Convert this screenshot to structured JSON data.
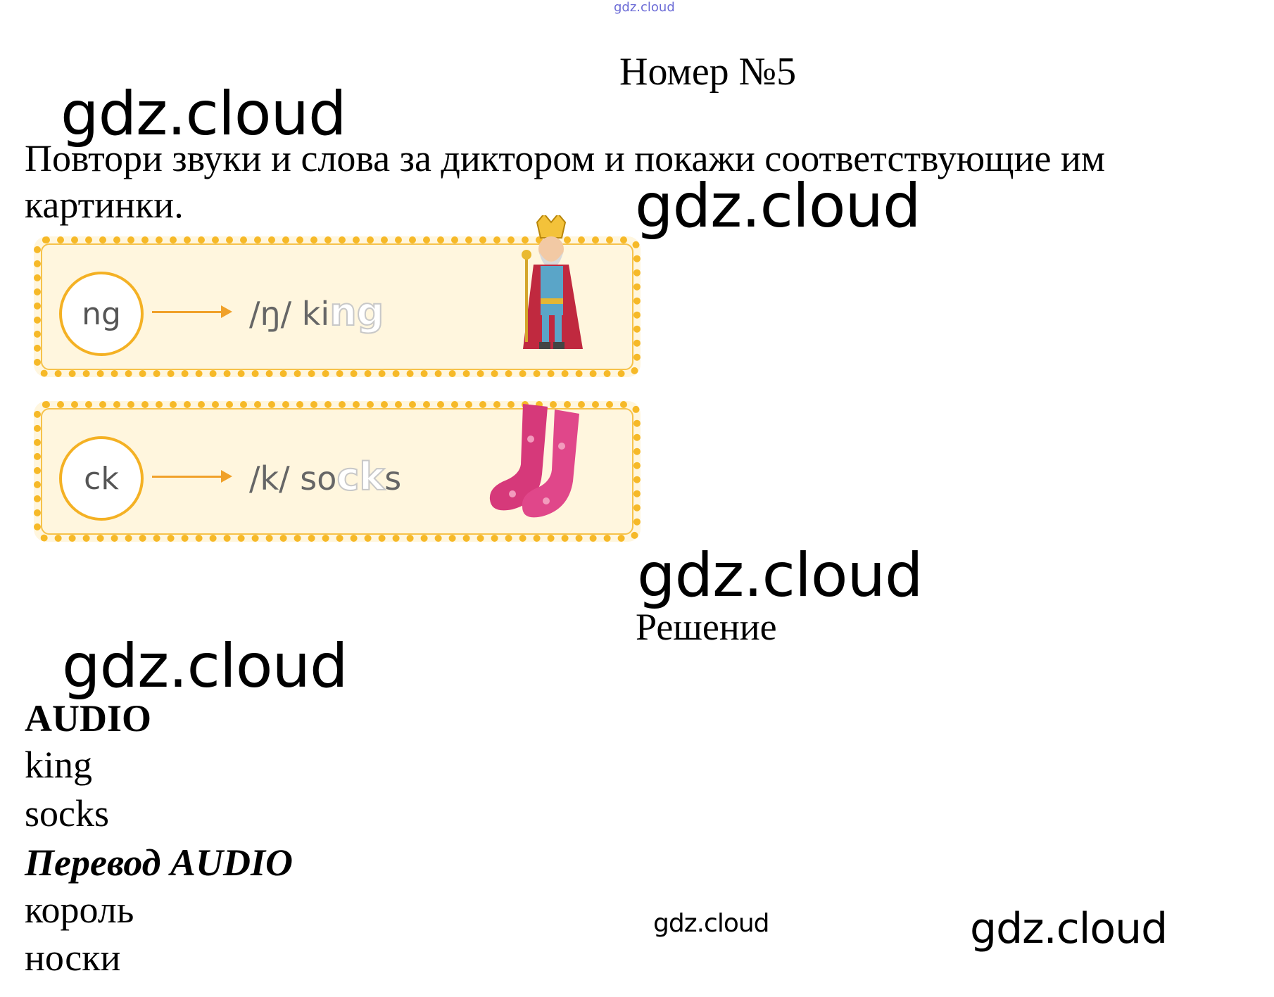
{
  "site_label": "gdz.cloud",
  "watermark": "gdz.cloud",
  "title": "Номер №5",
  "task": "Повтори звуки и слова за диктором и покажи соответствующие им картинки.",
  "cards": [
    {
      "sound": "ng",
      "transcription": "/ŋ/",
      "word_start": "ki",
      "word_highlight": "ng",
      "word_end": "",
      "picture": "king-illustration"
    },
    {
      "sound": "ck",
      "transcription": "/k/",
      "word_start": "so",
      "word_highlight": "ck",
      "word_end": "s",
      "picture": "socks-illustration"
    }
  ],
  "solution_label": "Решение",
  "audio": {
    "heading": "AUDIO",
    "words": [
      "king",
      "socks"
    ]
  },
  "translation": {
    "heading": "Перевод AUDIO",
    "words": [
      "король",
      "носки"
    ]
  }
}
